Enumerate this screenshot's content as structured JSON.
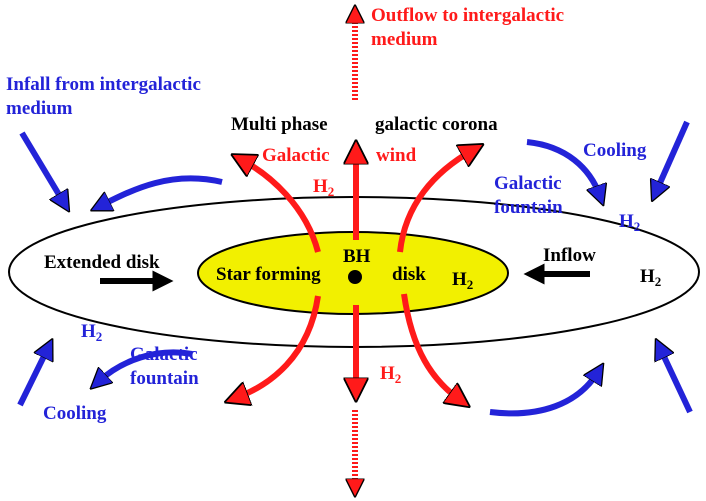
{
  "title_outflow": [
    "Outflow to intergalactic",
    "medium"
  ],
  "infall": [
    "Infall from intergalactic",
    "medium"
  ],
  "corona_left": "Multi phase",
  "corona_right": "galactic corona",
  "galactic": "Galactic",
  "wind": "wind",
  "cooling_top": "Cooling",
  "fountain_top": [
    "Galactic",
    "fountain"
  ],
  "extended_disk": "Extended disk",
  "star_forming": "Star forming",
  "bh": "BH",
  "disk": "disk",
  "inflow": "Inflow",
  "fountain_bottom": [
    "Galactic",
    "fountain"
  ],
  "cooling_bottom": "Cooling",
  "h2": {
    "base": "H",
    "sub": "2"
  },
  "colors": {
    "red": "#ff1a1a",
    "blue": "#2323d8",
    "bulge": "#f2f000",
    "black": "#000000"
  }
}
